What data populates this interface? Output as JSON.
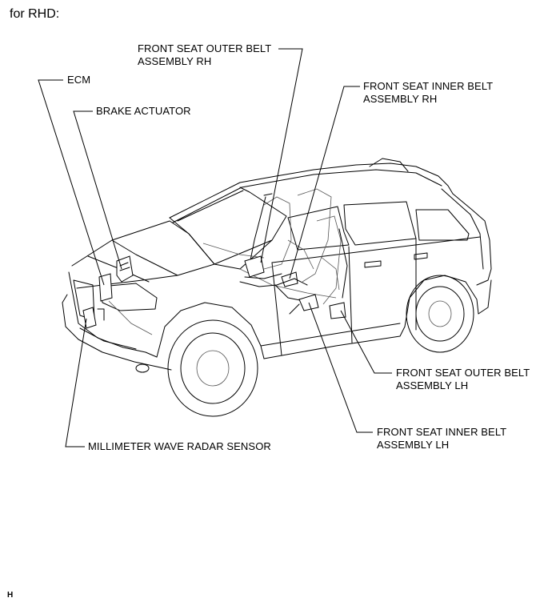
{
  "header": "for RHD:",
  "labels": {
    "front_seat_outer_belt_rh": [
      "FRONT SEAT OUTER BELT",
      "ASSEMBLY RH"
    ],
    "front_seat_inner_belt_rh": [
      "FRONT SEAT INNER BELT",
      "ASSEMBLY RH"
    ],
    "ecm": "ECM",
    "brake_actuator": "BRAKE ACTUATOR",
    "front_seat_outer_belt_lh": [
      "FRONT SEAT OUTER BELT",
      "ASSEMBLY LH"
    ],
    "front_seat_inner_belt_lh": [
      "FRONT SEAT INNER BELT",
      "ASSEMBLY LH"
    ],
    "millimeter_wave_radar_sensor": "MILLIMETER WAVE RADAR SENSOR"
  },
  "figure_code": "H"
}
